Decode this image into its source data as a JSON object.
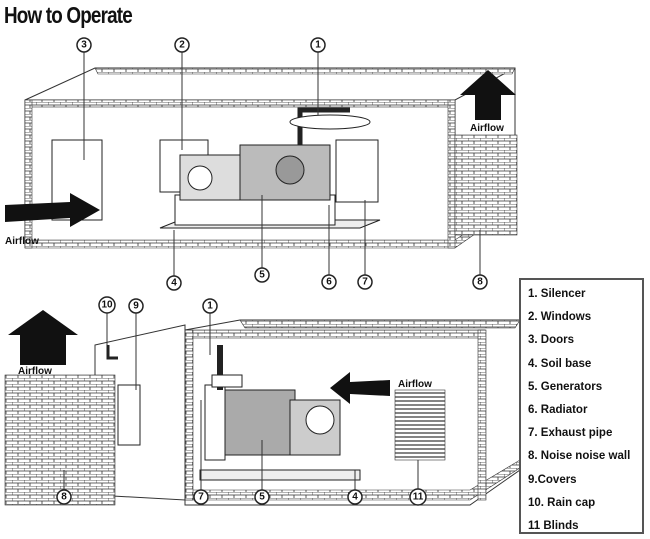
{
  "title": "How to Operate",
  "airflow_label": "Airflow",
  "top_callouts": [
    "3",
    "2",
    "1",
    "4",
    "5",
    "6",
    "7",
    "8"
  ],
  "bottom_callouts": [
    "10",
    "9",
    "1",
    "8",
    "7",
    "5",
    "4",
    "11"
  ],
  "legend": [
    "1. Silencer",
    "2. Windows",
    "3. Doors",
    "4. Soil base",
    "5. Generators",
    "6. Radiator",
    "7. Exhaust pipe",
    "8. Noise noise wall",
    "9.Covers",
    "10. Rain cap",
    "11 Blinds"
  ]
}
